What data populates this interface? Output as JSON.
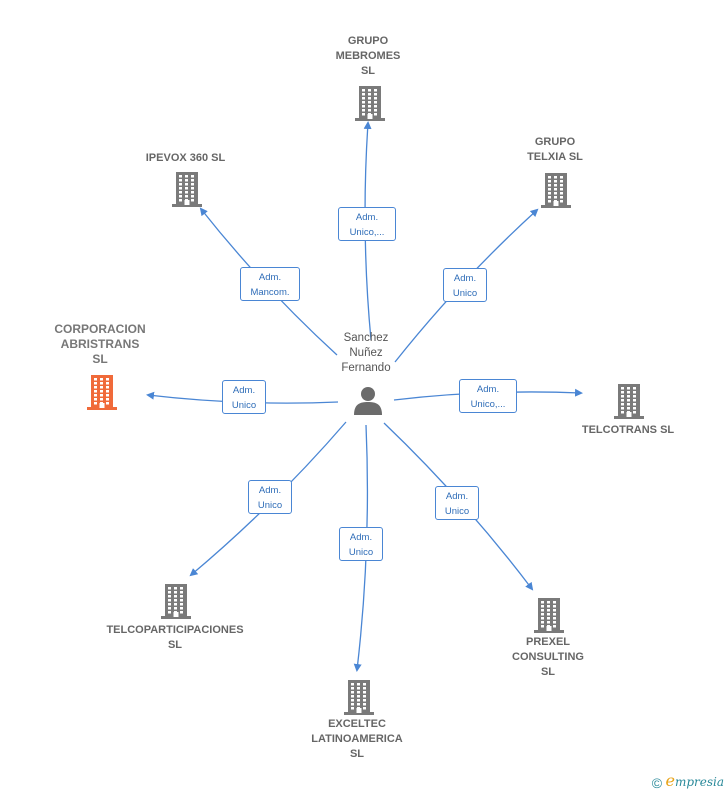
{
  "center": {
    "label_lines": [
      "Sanchez",
      "Nuñez",
      "Fernando"
    ]
  },
  "companies": [
    {
      "id": "grupo-mebromes",
      "label_lines": [
        "GRUPO",
        "MEBROMES",
        "SL"
      ],
      "role_lines": [
        "Adm.",
        "Unico,..."
      ]
    },
    {
      "id": "grupo-telxia",
      "label_lines": [
        "GRUPO",
        "TELXIA  SL"
      ],
      "role_lines": [
        "Adm.",
        "Unico"
      ]
    },
    {
      "id": "telcotrans",
      "label_lines": [
        "TELCOTRANS SL"
      ],
      "role_lines": [
        "Adm.",
        "Unico,..."
      ]
    },
    {
      "id": "prexel-consulting",
      "label_lines": [
        "PREXEL",
        "CONSULTING",
        "SL"
      ],
      "role_lines": [
        "Adm.",
        "Unico"
      ]
    },
    {
      "id": "exceltec-latinoamerica",
      "label_lines": [
        "EXCELTEC",
        "LATINOAMERICA",
        "SL"
      ],
      "role_lines": [
        "Adm.",
        "Unico"
      ]
    },
    {
      "id": "telcoparticipaciones",
      "label_lines": [
        "TELCOPARTICIPACIONES",
        "SL"
      ],
      "role_lines": [
        "Adm.",
        "Unico"
      ]
    },
    {
      "id": "corporacion-abristrans",
      "label_lines": [
        "CORPORACION",
        "ABRISTRANS",
        "SL"
      ],
      "role_lines": [
        "Adm.",
        "Unico"
      ],
      "highlight": true
    },
    {
      "id": "ipevox-360",
      "label_lines": [
        "IPEVOX 360 SL"
      ],
      "role_lines": [
        "Adm.",
        "Mancom."
      ]
    }
  ],
  "colors": {
    "edge": "#4a86d4",
    "building": "#7a7a7a",
    "building_highlight": "#f06a3a",
    "person": "#6b6b6b"
  },
  "icons": {
    "company": "building-icon",
    "person": "person-icon"
  },
  "footer": {
    "copyright": "©",
    "brand_initial": "e",
    "brand_rest": "mpresia"
  }
}
